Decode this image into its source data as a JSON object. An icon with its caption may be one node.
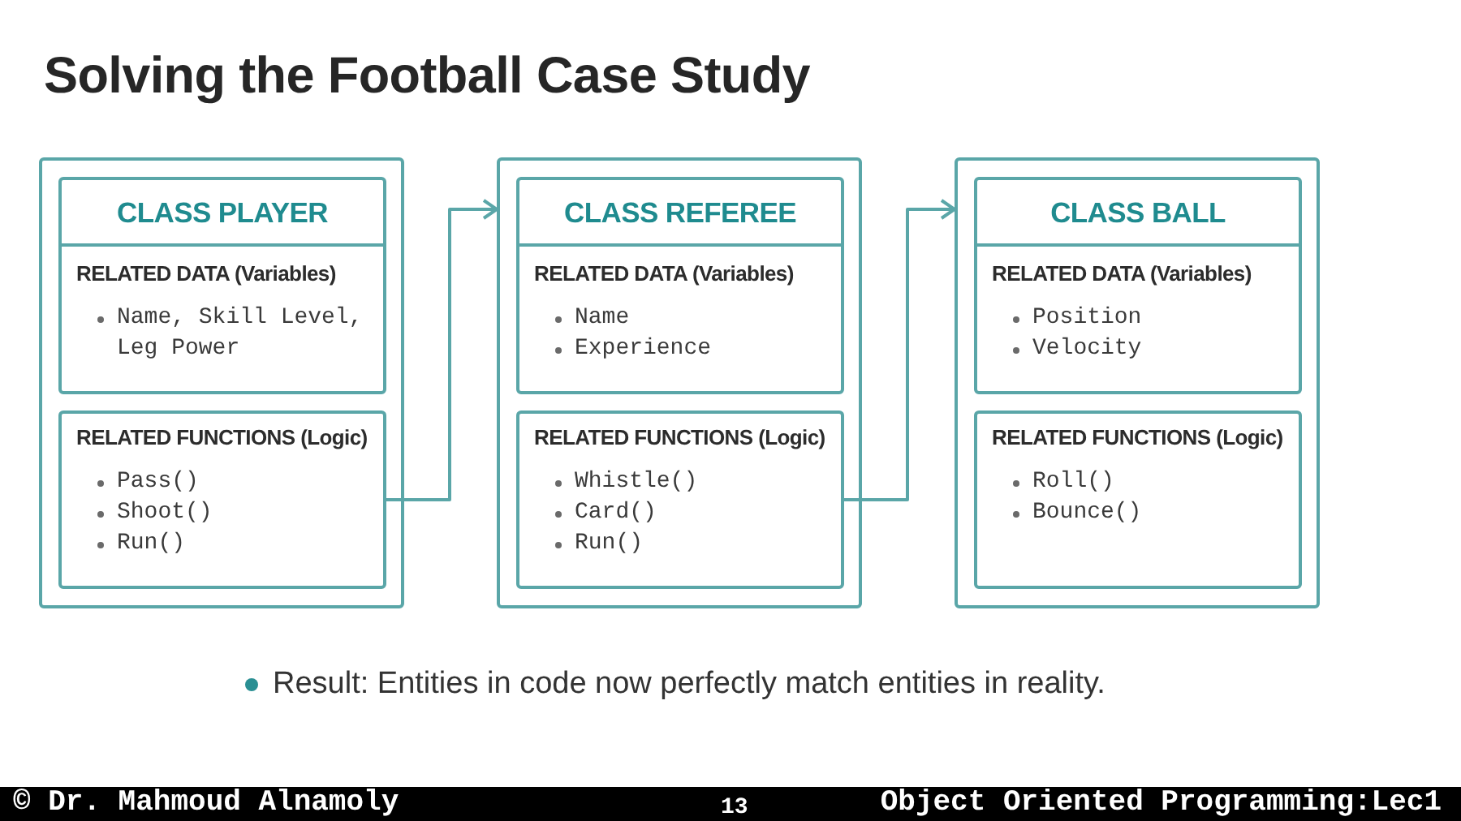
{
  "diagram": {
    "title": "Solving the Football Case Study",
    "nodes": [
      {
        "text": [],
        "shape": "box"
      },
      {
        "text": [
          "CLASS PLAYER",
          "RELATED DATA (Variables)",
          "Name, Skill Level, Leg Power"
        ],
        "in": 0
      },
      {
        "text": [
          "RELATED FUNCTIONS (Logic)",
          "Pass()",
          "Shoot()",
          "Run()"
        ],
        "in": 0
      },
      {
        "text": [],
        "shape": "box"
      },
      {
        "text": [
          "CLASS REFEREE",
          "RELATED DATA (Variables)",
          "Name",
          "Experience"
        ],
        "in": 3
      },
      {
        "text": [
          "RELATED FUNCTIONS (Logic)",
          "Whistle()",
          "Card()",
          "Run()"
        ],
        "in": 3
      },
      {
        "text": [],
        "shape": "box"
      },
      {
        "text": [
          "CLASS BALL",
          "RELATED DATA (Variables)",
          "Position",
          "Velocity"
        ],
        "in": 6
      },
      {
        "text": [
          "RELATED FUNCTIONS (Logic)",
          "Roll()",
          "Bounce()"
        ],
        "in": 6
      }
    ],
    "edges": [
      {
        "from": 2,
        "to": 3,
        "arrow": "to"
      },
      {
        "from": 5,
        "to": 6,
        "arrow": "to"
      }
    ],
    "labels": [
      "Result: Entities in code now perfectly match entities in reality.",
      "© Dr. Mahmoud Alnamoly",
      "13",
      "Object Oriented Programming:Lec1"
    ]
  }
}
